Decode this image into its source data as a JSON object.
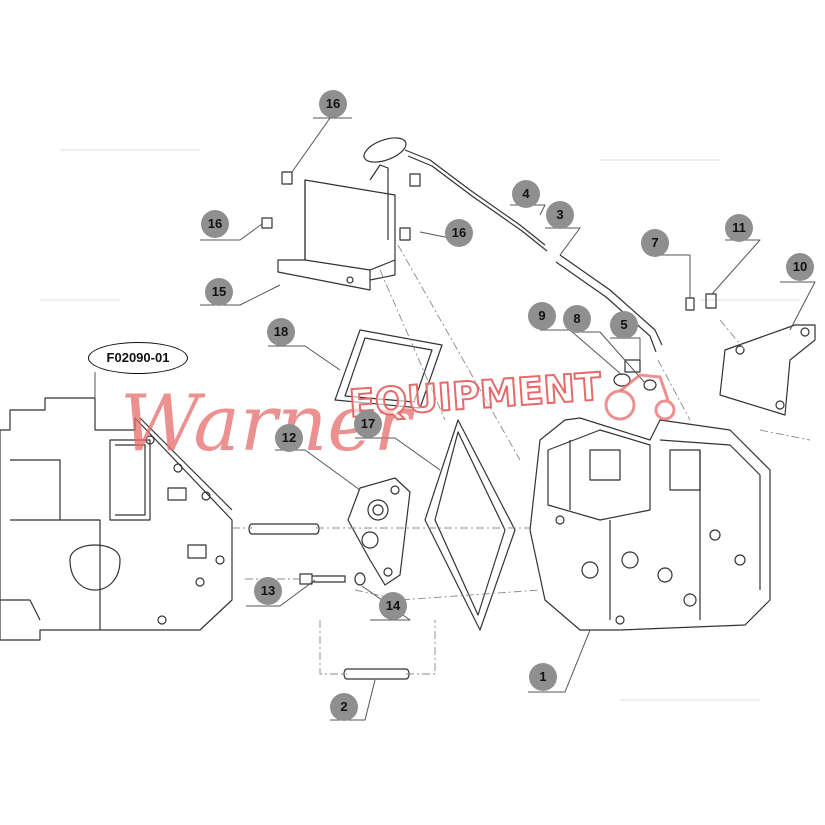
{
  "drawing_ref": "F02090-01",
  "watermark": {
    "brand_script": "Warner",
    "brand_block": "EQUIPMENT",
    "color": "#e56b6b"
  },
  "callouts": [
    {
      "id": "c16a",
      "label": "16"
    },
    {
      "id": "c16b",
      "label": "16"
    },
    {
      "id": "c16c",
      "label": "16"
    },
    {
      "id": "c15",
      "label": "15"
    },
    {
      "id": "c4",
      "label": "4"
    },
    {
      "id": "c3",
      "label": "3"
    },
    {
      "id": "c7",
      "label": "7"
    },
    {
      "id": "c11",
      "label": "11"
    },
    {
      "id": "c10",
      "label": "10"
    },
    {
      "id": "c9",
      "label": "9"
    },
    {
      "id": "c8",
      "label": "8"
    },
    {
      "id": "c5",
      "label": "5"
    },
    {
      "id": "c18",
      "label": "18"
    },
    {
      "id": "c17",
      "label": "17"
    },
    {
      "id": "c12",
      "label": "12"
    },
    {
      "id": "c13",
      "label": "13"
    },
    {
      "id": "c14",
      "label": "14"
    },
    {
      "id": "c1",
      "label": "1"
    },
    {
      "id": "c2",
      "label": "2"
    }
  ],
  "colors": {
    "line": "#333333",
    "callout": "#8f8f8f",
    "light_line": "#bbbbbb"
  }
}
